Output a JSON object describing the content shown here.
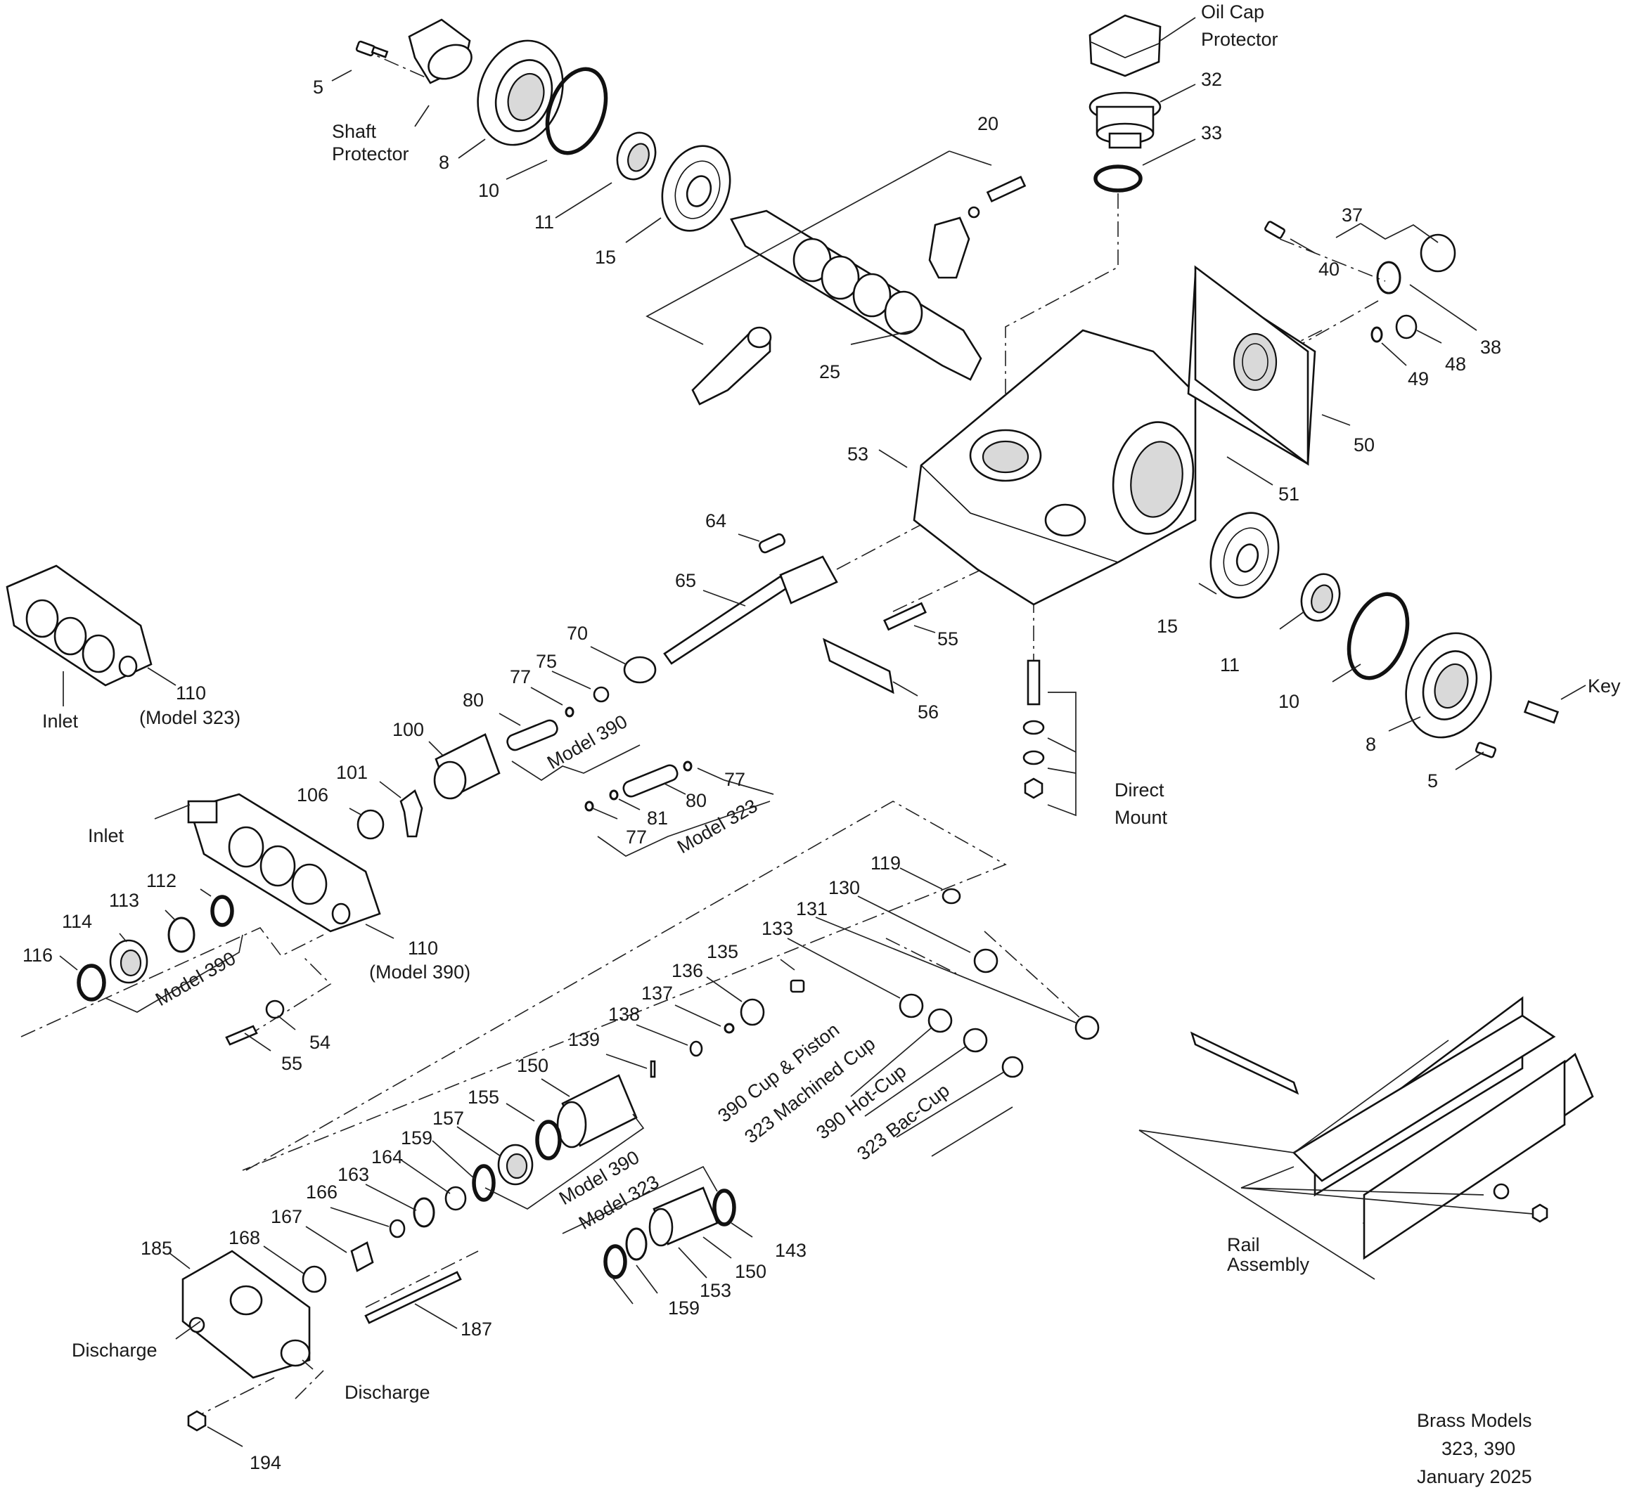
{
  "labels": {
    "n5a": "5",
    "shaft_protector_1": "Shaft",
    "shaft_protector_2": "Protector",
    "n8a": "8",
    "n10a": "10",
    "n11a": "11",
    "n15a": "15",
    "n20": "20",
    "n25": "25",
    "oil_cap_1": "Oil Cap",
    "oil_cap_2": "Protector",
    "n32": "32",
    "n33": "33",
    "n37": "37",
    "n40": "40",
    "n38": "38",
    "n48": "48",
    "n49": "49",
    "n50": "50",
    "n51": "51",
    "n53": "53",
    "n64": "64",
    "n65": "65",
    "n55a": "55",
    "n56": "56",
    "n70": "70",
    "n75": "75",
    "n77a": "77",
    "n80a": "80",
    "model390a": "Model 390",
    "n80b": "80",
    "n77b": "77",
    "n81": "81",
    "n77c": "77",
    "model323a": "Model 323",
    "n100": "100",
    "n101": "101",
    "n106": "106",
    "inlet_a": "Inlet",
    "n110a": "110",
    "model323_paren": "(Model 323)",
    "inlet_b": "Inlet",
    "n110b": "110",
    "model390_paren": "(Model 390)",
    "n112": "112",
    "n113": "113",
    "n114": "114",
    "n116": "116",
    "model390b": "Model 390",
    "n55b": "55",
    "n54": "54",
    "n15b": "15",
    "n11b": "11",
    "n10b": "10",
    "n8b": "8",
    "n5b": "5",
    "key": "Key",
    "direct_1": "Direct",
    "direct_2": "Mount",
    "n119": "119",
    "n130": "130",
    "n131": "131",
    "n133": "133",
    "n135": "135",
    "n136": "136",
    "n137": "137",
    "n138": "138",
    "n139": "139",
    "n150a": "150",
    "cup390": "390 Cup & Piston",
    "cup323": "323 Machined Cup",
    "hot390": "390 Hot-Cup",
    "bac323": "323 Bac-Cup",
    "n155": "155",
    "n157": "157",
    "n159a": "159",
    "n164": "164",
    "n163": "163",
    "n166": "166",
    "n167": "167",
    "n168": "168",
    "n185": "185",
    "model390c": "Model 390",
    "model323b": "Model 323",
    "n143": "143",
    "n150b": "150",
    "n153": "153",
    "n159b": "159",
    "n187": "187",
    "discharge_a": "Discharge",
    "discharge_b": "Discharge",
    "n194": "194",
    "rail_1": "Rail",
    "rail_2": "Assembly",
    "brass_1": "Brass Models",
    "brass_2": "323, 390",
    "brass_3": "January 2025"
  }
}
